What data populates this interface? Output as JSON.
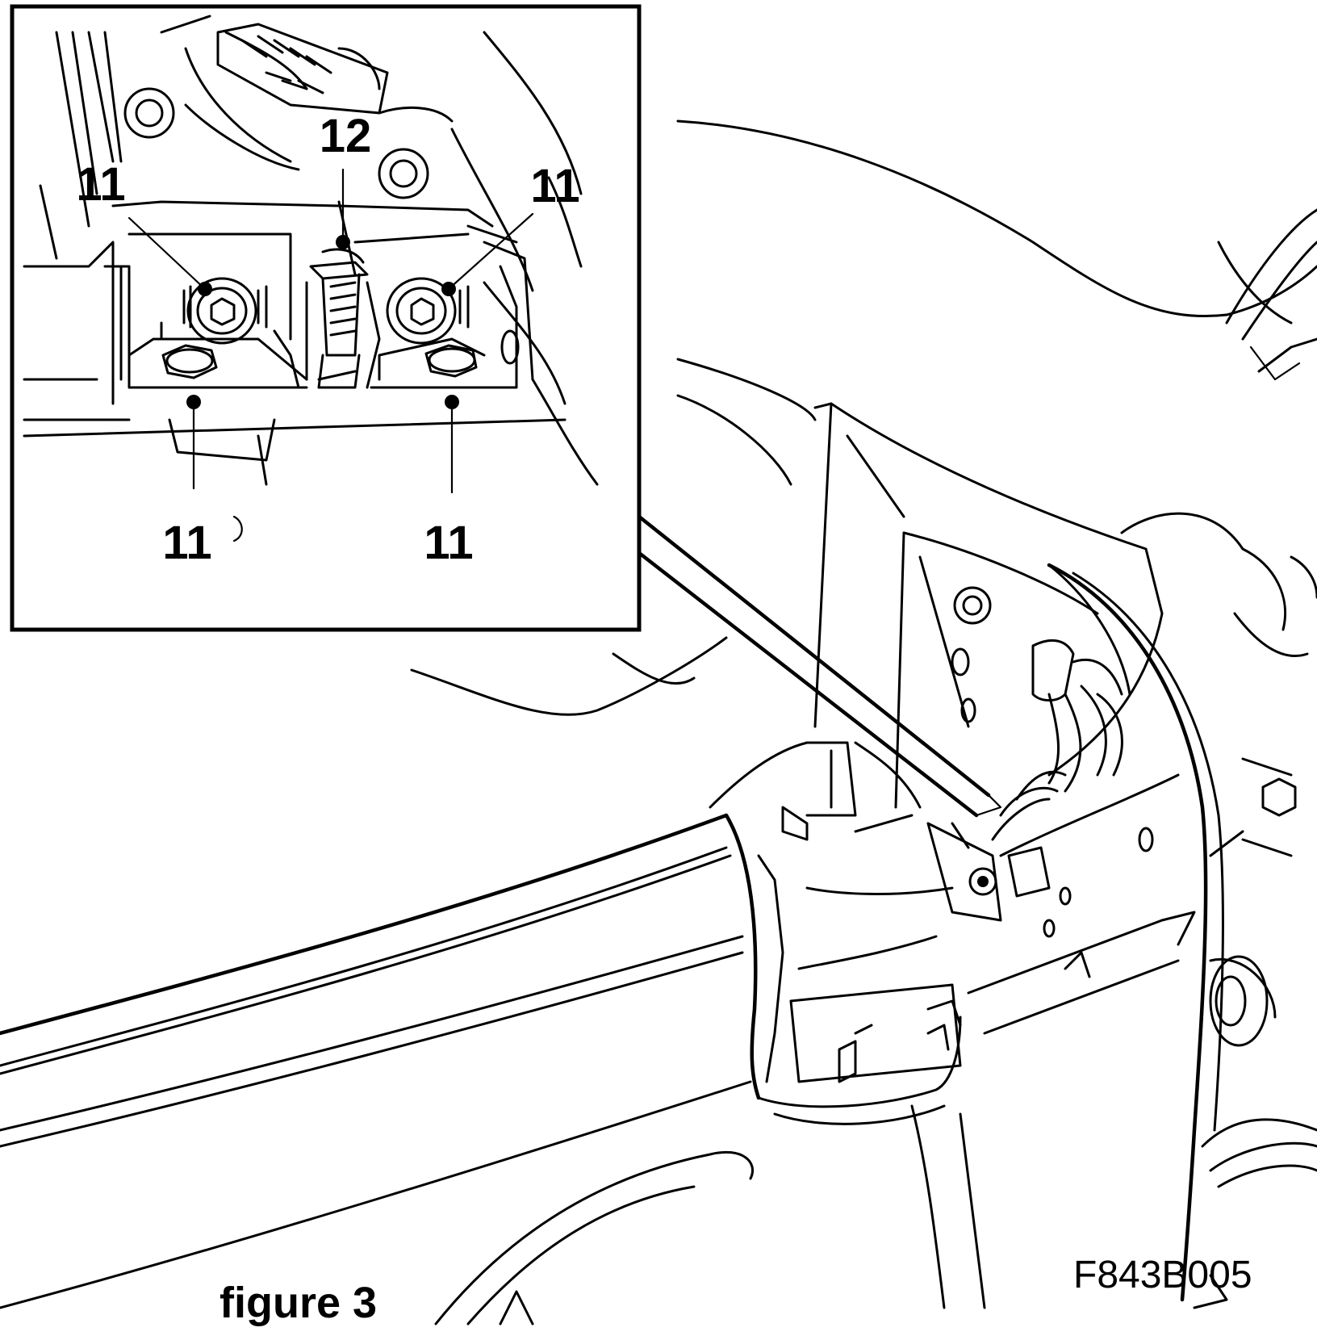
{
  "figure": {
    "caption": "figure 3",
    "code": "F843B005"
  },
  "callouts": {
    "top_left": "11",
    "top_center": "12",
    "top_right": "11",
    "bottom_left": "11",
    "bottom_right": "11"
  }
}
